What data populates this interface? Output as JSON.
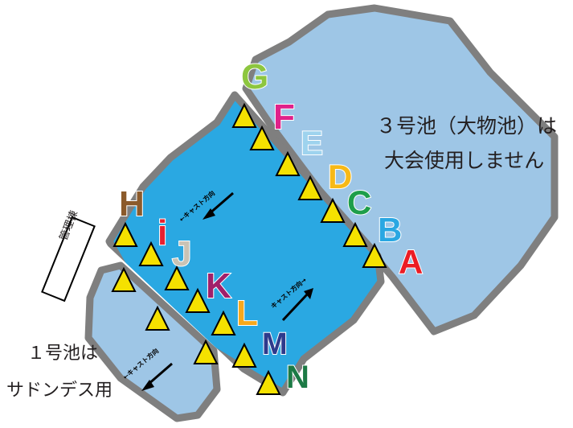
{
  "ponds": {
    "pond3": {
      "line1": "３号池（大物池）は",
      "line2": "大会使用しません"
    },
    "pond1": {
      "line1": "１号池は",
      "line2": "サドンデス用"
    }
  },
  "building": {
    "label": "管理棟"
  },
  "cast_direction": {
    "left": "←キャスト方向",
    "right": "キャスト方向→",
    "pond1": "←キャスト方向"
  },
  "sections": [
    {
      "id": "G",
      "label": "G",
      "color": "#8dc63f"
    },
    {
      "id": "F",
      "label": "F",
      "color": "#e0218a"
    },
    {
      "id": "E",
      "label": "E",
      "color": "#9ed3ee"
    },
    {
      "id": "D",
      "label": "D",
      "color": "#f7b917"
    },
    {
      "id": "C",
      "label": "C",
      "color": "#1e9e4a"
    },
    {
      "id": "B",
      "label": "B",
      "color": "#2aa7e2"
    },
    {
      "id": "A",
      "label": "A",
      "color": "#ec1c24"
    },
    {
      "id": "H",
      "label": "H",
      "color": "#8b5a2b"
    },
    {
      "id": "I",
      "label": "i",
      "color": "#e8202f"
    },
    {
      "id": "J",
      "label": "J",
      "color": "#c9c3b5"
    },
    {
      "id": "K",
      "label": "K",
      "color": "#a0206a"
    },
    {
      "id": "L",
      "label": "L",
      "color": "#f7a81b"
    },
    {
      "id": "M",
      "label": "M",
      "color": "#2e3a8c"
    },
    {
      "id": "N",
      "label": "N",
      "color": "#1c7a45"
    }
  ],
  "colors": {
    "pond_main": "#2aa8e2",
    "pond_light": "#9ec6e6",
    "pond_border": "#7f7f7f",
    "marker": "#f5e100"
  }
}
